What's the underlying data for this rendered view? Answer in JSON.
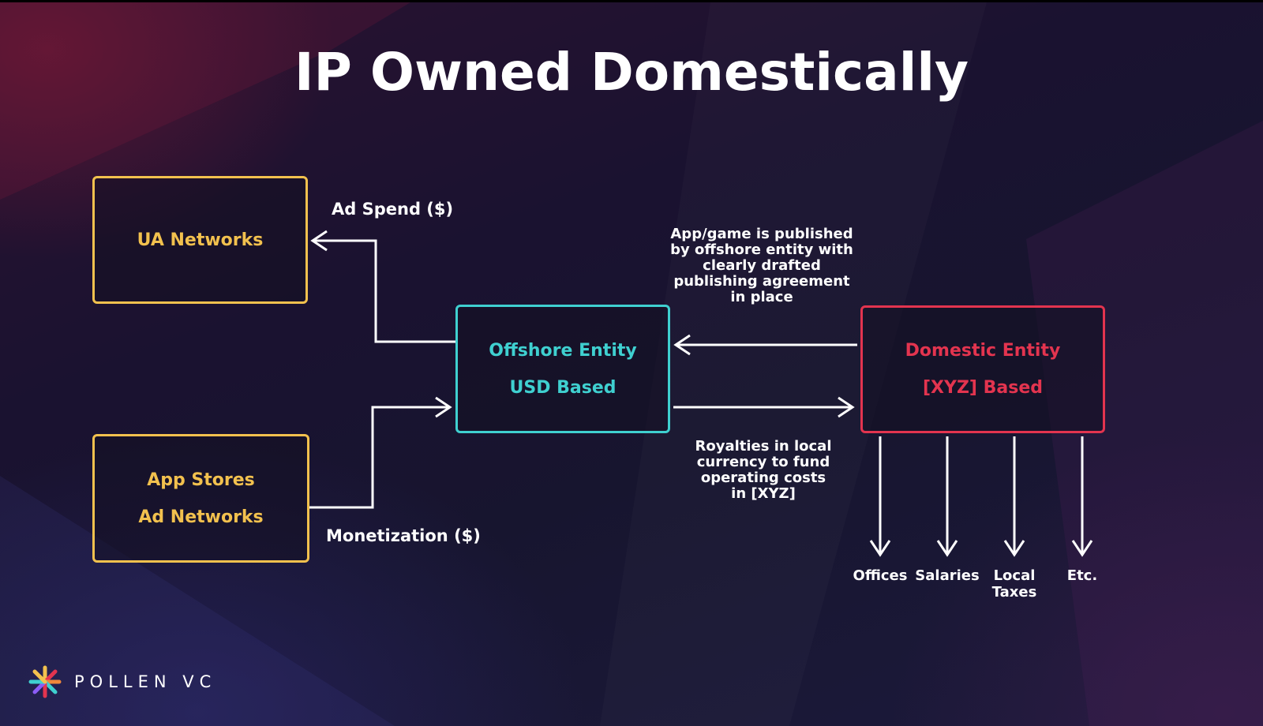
{
  "slide": {
    "title": "IP Owned Domestically"
  },
  "nodes": {
    "ua_networks": {
      "line1": "UA Networks"
    },
    "app_stores": {
      "line1": "App Stores",
      "line2": "Ad Networks"
    },
    "offshore": {
      "line1": "Offshore Entity",
      "line2": "USD Based"
    },
    "domestic": {
      "line1": "Domestic Entity",
      "line2": "[XYZ] Based"
    }
  },
  "edges": {
    "ad_spend": "Ad Spend ($)",
    "monetization": "Monetization ($)",
    "publishing_note": [
      "App/game is published",
      "by offshore entity with",
      "clearly drafted",
      "publishing agreement",
      "in place"
    ],
    "royalties_note": [
      "Royalties in local",
      "currency to fund",
      "operating costs",
      "in [XYZ]"
    ]
  },
  "costs": [
    {
      "line1": "Offices",
      "line2": ""
    },
    {
      "line1": "Salaries",
      "line2": ""
    },
    {
      "line1": "Local",
      "line2": "Taxes"
    },
    {
      "line1": "Etc.",
      "line2": ""
    }
  ],
  "brand": {
    "name": "POLLEN VC",
    "logo_icon": "pollen-star-icon"
  },
  "colors": {
    "title": "#ffffff",
    "external_box": "#f2c14e",
    "offshore_box": "#3fd0d0",
    "domestic_box": "#e3344f",
    "arrows": "#ffffff"
  }
}
